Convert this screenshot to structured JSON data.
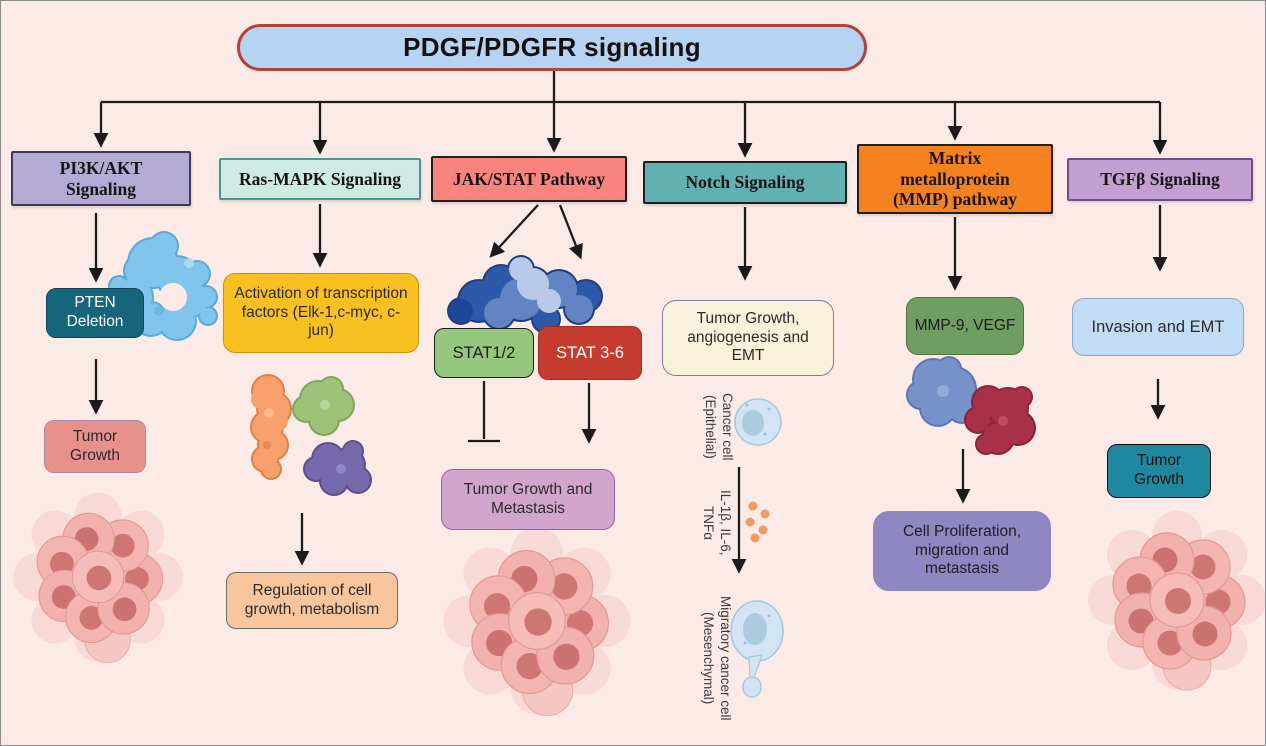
{
  "title": "PDGF/PDGFR signaling",
  "title_style": {
    "fill": "#b6d4f1",
    "border": "#b5413a",
    "text": "#111111"
  },
  "background": "#fceae7",
  "connector_color": "#1b1b1b",
  "columns": [
    {
      "header": {
        "label": "PI3K/AKT Signaling",
        "fill": "#b3abd3",
        "border": "#39395e"
      },
      "nodes": [
        {
          "label": "PTEN Deletion",
          "fill": "#15657b",
          "text": "#ffffff",
          "border": "#0e4453"
        },
        {
          "label": "Tumor Growth",
          "fill": "#e8908b",
          "text": "#2b2b2b",
          "border": "#a789ad"
        }
      ],
      "icons": [
        "protein-blob-blue",
        "tumor-cell-cluster"
      ]
    },
    {
      "header": {
        "label": "Ras-MAPK Signaling",
        "fill": "#cfe9e3",
        "border": "#4a968f"
      },
      "nodes": [
        {
          "label": "Activation of transcription factors (Elk-1,c-myc, c-jun)",
          "fill": "#f9c021",
          "text": "#2b2b2b",
          "border": "#c59511"
        },
        {
          "label": "Regulation of cell growth, metabolism",
          "fill": "#f9c59c",
          "text": "#2b2b2b",
          "border": "#6b6b6b"
        }
      ],
      "icons": [
        "protein-blob-orange",
        "protein-blob-green",
        "protein-blob-purple"
      ]
    },
    {
      "header": {
        "label": "JAK/STAT Pathway",
        "fill": "#f8847d",
        "border": "#1f1f1f"
      },
      "nodes": [
        {
          "label": "STAT1/2",
          "fill": "#95c77e",
          "text": "#1b1b1b",
          "border": "#1f1f1f"
        },
        {
          "label": "STAT 3-6",
          "fill": "#c63b30",
          "text": "#ffffff",
          "border": "#a32b22"
        },
        {
          "label": "Tumor Growth and Metastasis",
          "fill": "#d2a6cc",
          "text": "#2b2b2b",
          "border": "#8f6aa0"
        }
      ],
      "icons": [
        "protein-complex-blue",
        "tumor-cell-cluster"
      ]
    },
    {
      "header": {
        "label": "Notch Signaling",
        "fill": "#62b1b1",
        "border": "#1f1f1f"
      },
      "nodes": [
        {
          "label": "Tumor Growth, angiogenesis and EMT",
          "fill": "#faf1da",
          "text": "#2b2b2b",
          "border": "#7d7a9c"
        }
      ],
      "vertical_labels": [
        {
          "label": "Cancer cell (Epithelial)"
        },
        {
          "label": "IL-1β, IL-6, TNFα"
        },
        {
          "label": "Migratory cancer cell (Mesenchymal)"
        }
      ],
      "icons": [
        "epithelial-cancer-cell",
        "cytokine-dots",
        "migratory-cancer-cell"
      ]
    },
    {
      "header": {
        "label": "Matrix metalloprotein (MMP) pathway",
        "fill": "#f5821f",
        "border": "#1f1f1f"
      },
      "nodes": [
        {
          "label": "MMP-9, VEGF",
          "fill": "#6f9d62",
          "text": "#1c1c1c",
          "border": "#49773f"
        },
        {
          "label": "Cell Proliferation, migration and metastasis",
          "fill": "#8f87c1",
          "text": "#1f1f1f",
          "border": "#8f87c1"
        }
      ],
      "icons": [
        "protein-blob-blue-2",
        "protein-blob-red"
      ]
    },
    {
      "header": {
        "label": "TGFβ Signaling",
        "fill": "#c49fd2",
        "border": "#6d4d85"
      },
      "nodes": [
        {
          "label": "Invasion and EMT",
          "fill": "#c3dcf5",
          "text": "#2b2b2b",
          "border": "#8ba7c9"
        },
        {
          "label": "Tumor Growth",
          "fill": "#1f87a0",
          "text": "#101010",
          "border": "#101010"
        }
      ],
      "icons": [
        "tumor-cell-cluster"
      ]
    }
  ]
}
